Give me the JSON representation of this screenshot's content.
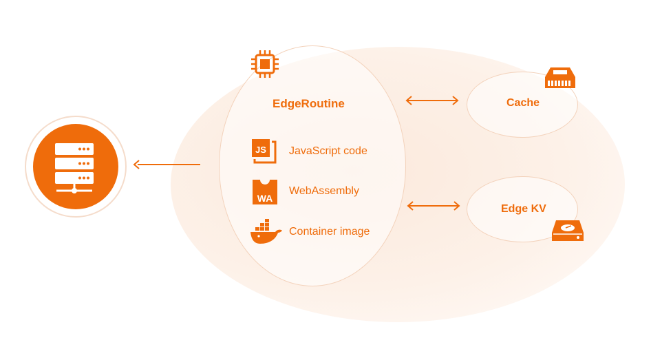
{
  "main": {
    "title": "EdgeRoutine",
    "items": [
      {
        "label": "JavaScript code",
        "icon": "js-file-icon"
      },
      {
        "label": "WebAssembly",
        "icon": "webassembly-icon"
      },
      {
        "label": "Container image",
        "icon": "docker-whale-icon"
      }
    ],
    "js_badge": "JS",
    "wa_badge": "WA"
  },
  "cache": {
    "label": "Cache",
    "icon": "memory-module-icon"
  },
  "kv": {
    "label": "Edge KV",
    "icon": "hard-drive-icon"
  },
  "client": {
    "icon": "server-icon"
  },
  "colors": {
    "accent": "#ef6c0b",
    "soft": "#fbe9dc",
    "border": "#f3d2bb"
  }
}
